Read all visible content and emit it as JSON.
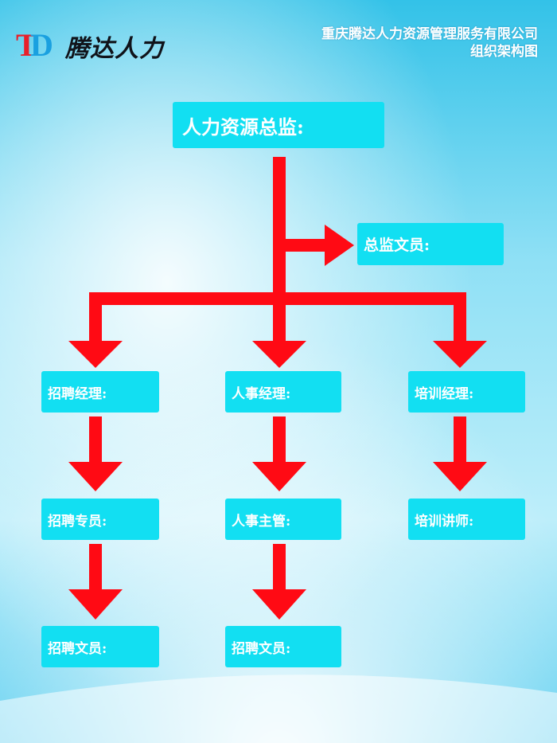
{
  "header": {
    "logo_text": "腾达人力",
    "company_name": "重庆腾达人力资源管理服务有限公司",
    "subtitle": "组织架构图"
  },
  "chart": {
    "root": "人力资源总监:",
    "assistant": "总监文员:",
    "managers": [
      "招聘经理:",
      "人事经理:",
      "培训经理:"
    ],
    "level2": [
      "招聘专员:",
      "人事主管:",
      "培训讲师:"
    ],
    "level3": [
      "招聘文员:",
      "招聘文员:"
    ]
  },
  "colors": {
    "box": "#12dff2",
    "arrow": "#ff0a14",
    "text": "#ffffff"
  }
}
